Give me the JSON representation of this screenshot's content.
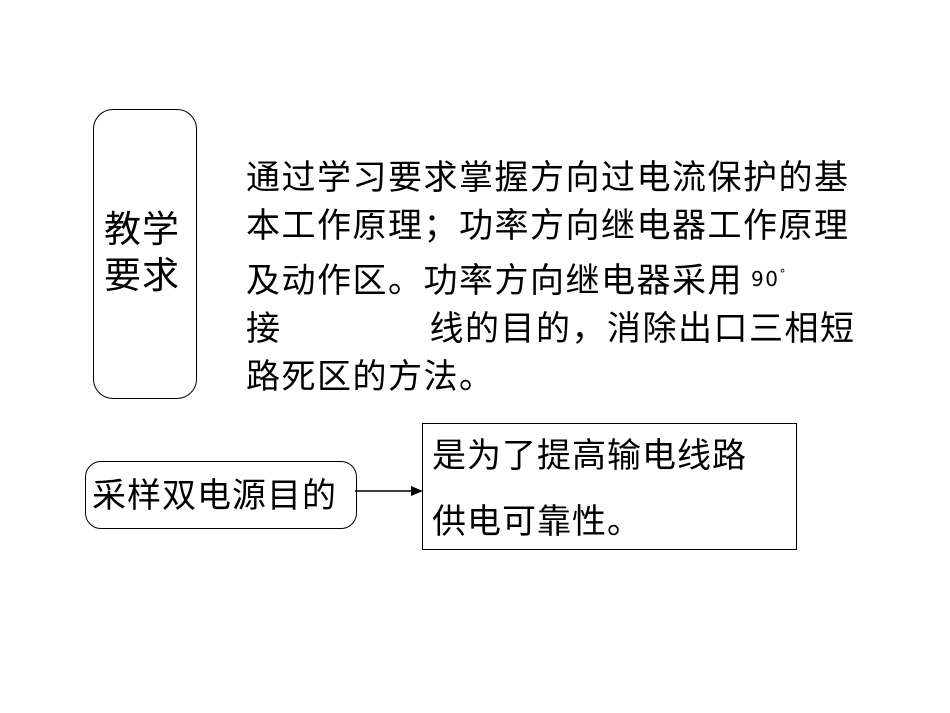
{
  "label": {
    "line1": "教学",
    "line2": "要求"
  },
  "requirements": {
    "line1": "通过学习要求掌握方向过电流保护的基",
    "line2": "本工作原理；功率方向继电器工作原理",
    "line3": "及动作区。功率方向继电器采用",
    "degree_value": "90",
    "degree_symbol": "°",
    "line4_start": "接",
    "line4_end": "线的目的，消除出口三相短",
    "line5": "路死区的方法。"
  },
  "flow": {
    "source_label": "采样双电源目的",
    "result_line1": "是为了提高输电线路",
    "result_line2": "供电可靠性。"
  }
}
